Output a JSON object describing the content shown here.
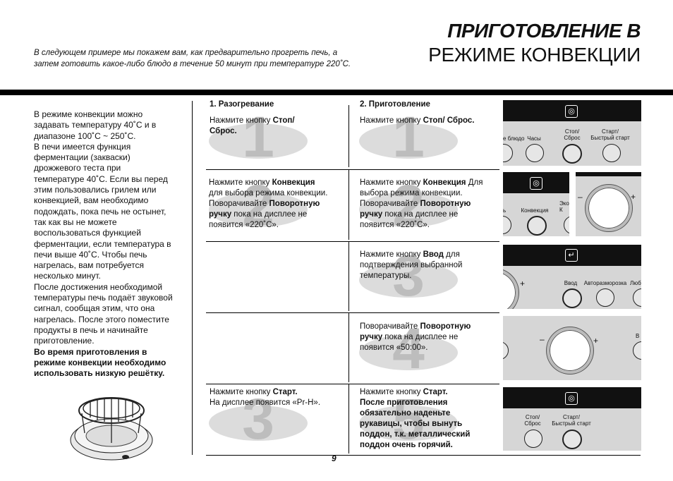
{
  "header": {
    "title_line1": "ПРИГОТОВЛЕНИЕ В",
    "title_line2": "РЕЖИМЕ КОНВЕКЦИИ",
    "intro_line1": "В следующем примере мы покажем вам, как предварительно прогреть печь, а",
    "intro_line2": "затем готовить какое-либо блюдо в течение 50 минут при температуре 220˚С."
  },
  "sidebar": {
    "text": [
      "В режиме конвекции можно",
      "задавать температуру 40˚С и в",
      "диапазоне 100˚С ~ 250˚С.",
      "В печи имеется функция",
      "ферментации (закваски)",
      "дрожжевого  теста при",
      "температуре 40˚С. Если вы перед",
      "этим пользовались грилем или",
      "конвекцией, вам необходимо",
      "подождать, пока печь не остынет,",
      "так как вы не можете",
      "воспользоваться функцией",
      "ферментации, если температура в",
      "печи выше 40˚С. Чтобы печь",
      "нагрелась, вам потребуется",
      "несколько минут.",
      "После достижения необходимой",
      "температуры печь подаёт звуковой",
      "сигнал, сообщая этим, что она",
      "нагрелась. После этого поместите",
      "продукты в печь и начинайте",
      "приготовление."
    ],
    "bold_text": [
      "Во время приготовления в",
      "режиме конвекции необходимо",
      "использовать низкую решётку."
    ]
  },
  "columns": {
    "col1_header": "1. Разогревание",
    "col2_header": "2. Приготовление"
  },
  "steps": {
    "c1r1_pre": "Нажмите кнопку ",
    "c1r1_b1": "Стоп/",
    "c1r1_b2": "Сброс.",
    "c2r1_pre": "Нажмите кнопку ",
    "c2r1_b": "Стоп/ Сброс.",
    "c1r2_l1a": "Нажмите кнопку ",
    "c1r2_l1b": "Конвекция",
    "c1r2_l2": "для выбора режима конвекции.",
    "c1r2_l3a": "Поворачивайте ",
    "c1r2_l3b": "Поворотную",
    "c1r2_l4a": "ручку",
    "c1r2_l4b": " пока на дисплее не",
    "c1r2_l5": "появится «220˚С».",
    "c2r2_l1a": "Нажмите кнопку ",
    "c2r2_l1b": "Конвекция",
    "c2r2_l1c": " Для",
    "c2r2_l2": "выбора режима конвекции.",
    "c2r2_l3a": "Поворачивайте ",
    "c2r2_l3b": "Поворотную",
    "c2r2_l4a": "ручку",
    "c2r2_l4b": " пока на дисплее не",
    "c2r2_l5": "появится «220˚С».",
    "c2r3_l1a": "Нажмите кнопку ",
    "c2r3_l1b": "Ввод",
    "c2r3_l1c": " для",
    "c2r3_l2": "подтверждения выбранной",
    "c2r3_l3": "температуры.",
    "c2r4_l1a": "Поворачивайте ",
    "c2r4_l1b": "Поворотную",
    "c2r4_l2a": "ручку",
    "c2r4_l2b": " пока на дисплее не",
    "c2r4_l3": "появится «50:00».",
    "c1r5_l1a": "Нажмите кнопку ",
    "c1r5_l1b": "Старт.",
    "c1r5_l2": "На дисплее появится «Pr-H».",
    "c2r5_l1a": "Нажмите кнопку ",
    "c2r5_l1b": "Старт.",
    "c2r5_bold": [
      "После приготовления",
      "обязательно наденьте",
      "рукавицы, чтобы вынуть",
      "поддон, т.к. металлический",
      "поддон очень горячий."
    ]
  },
  "step_numbers": [
    "1",
    "1",
    "2",
    "2",
    "3",
    "4",
    "3",
    "5"
  ],
  "panels": {
    "p1": [
      "е блюдо",
      "Часы",
      "Стоп/",
      "Сброс",
      "Старт/",
      "Быстрый старт"
    ],
    "p2": [
      "ь",
      "Конвекция",
      "Эко",
      "К"
    ],
    "p3": [
      "Ввод",
      "Авторазморозка",
      "Люб"
    ],
    "p4": [
      "В"
    ],
    "p5": [
      "Стоп/",
      "Сброс",
      "Старт/",
      "Быстрый старт"
    ],
    "knob_minus": "–",
    "knob_plus": "+"
  },
  "page_number": "9"
}
